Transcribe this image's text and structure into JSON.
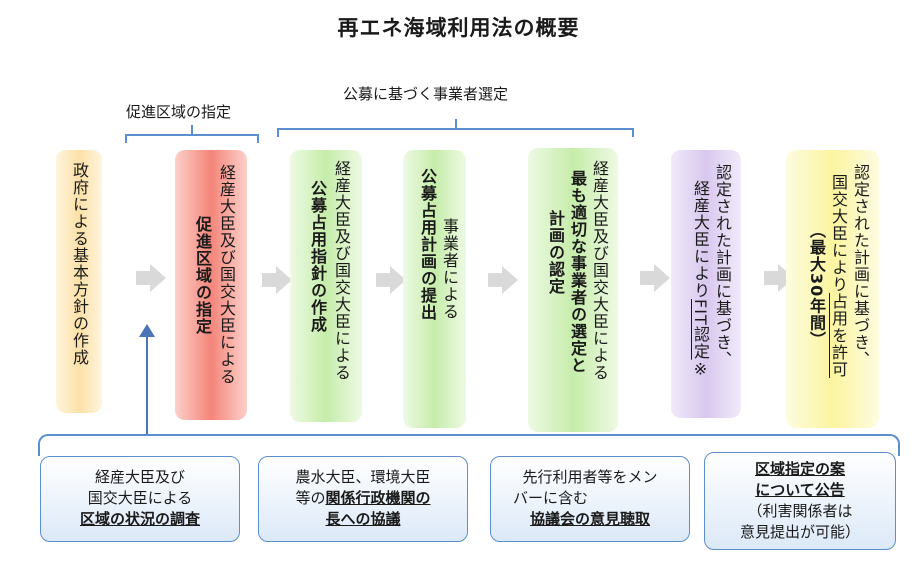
{
  "title": "再エネ海域利用法の概要",
  "braces": {
    "promotion": "促進区域の指定",
    "selection": "公募に基づく事業者選定"
  },
  "steps": [
    {
      "lines": [
        "政府による",
        "基本方針の作成"
      ]
    },
    {
      "lines": [
        "経産大臣及び国交大臣による",
        "促進区域の指定"
      ]
    },
    {
      "lines": [
        "経産大臣及び国交大臣による",
        "公募占用指針の作成"
      ]
    },
    {
      "lines": [
        "事業者による",
        "公募占用計画の提出"
      ]
    },
    {
      "lines": [
        "経産大臣及び国交大臣による",
        "最も適切な事業者の選定と",
        "計画の認定"
      ]
    },
    {
      "lines": [
        "認定された計画に基づき、",
        "経産大臣により",
        "FIT認定",
        "※"
      ]
    },
    {
      "lines": [
        "認定された計画に基づき、",
        "国交大臣により",
        "占用を許可",
        "（最大30年間）"
      ]
    }
  ],
  "boxes": [
    {
      "lines": [
        "経産大臣及び",
        "国交大臣による",
        "区域の状況の調査"
      ]
    },
    {
      "lines": [
        "農水大臣、環境大臣",
        "等の",
        "関係行政機関の",
        "長への協議"
      ]
    },
    {
      "lines": [
        "先行利用者等をメン",
        "バーに含む",
        "協議会の意見聴取"
      ]
    },
    {
      "lines": [
        "区域指定の案",
        "について公告",
        "（利害関係者は",
        "意見提出が可能）"
      ]
    }
  ],
  "colors": {
    "accent": "#5b8fd0",
    "step1": "#fbe1a8",
    "step2": "#f4857a",
    "step3": "#c6ecaa",
    "step4": "#c6ecaa",
    "step5": "#c6ecaa",
    "step6": "#d8c8ee",
    "step7": "#fbf4a0"
  }
}
